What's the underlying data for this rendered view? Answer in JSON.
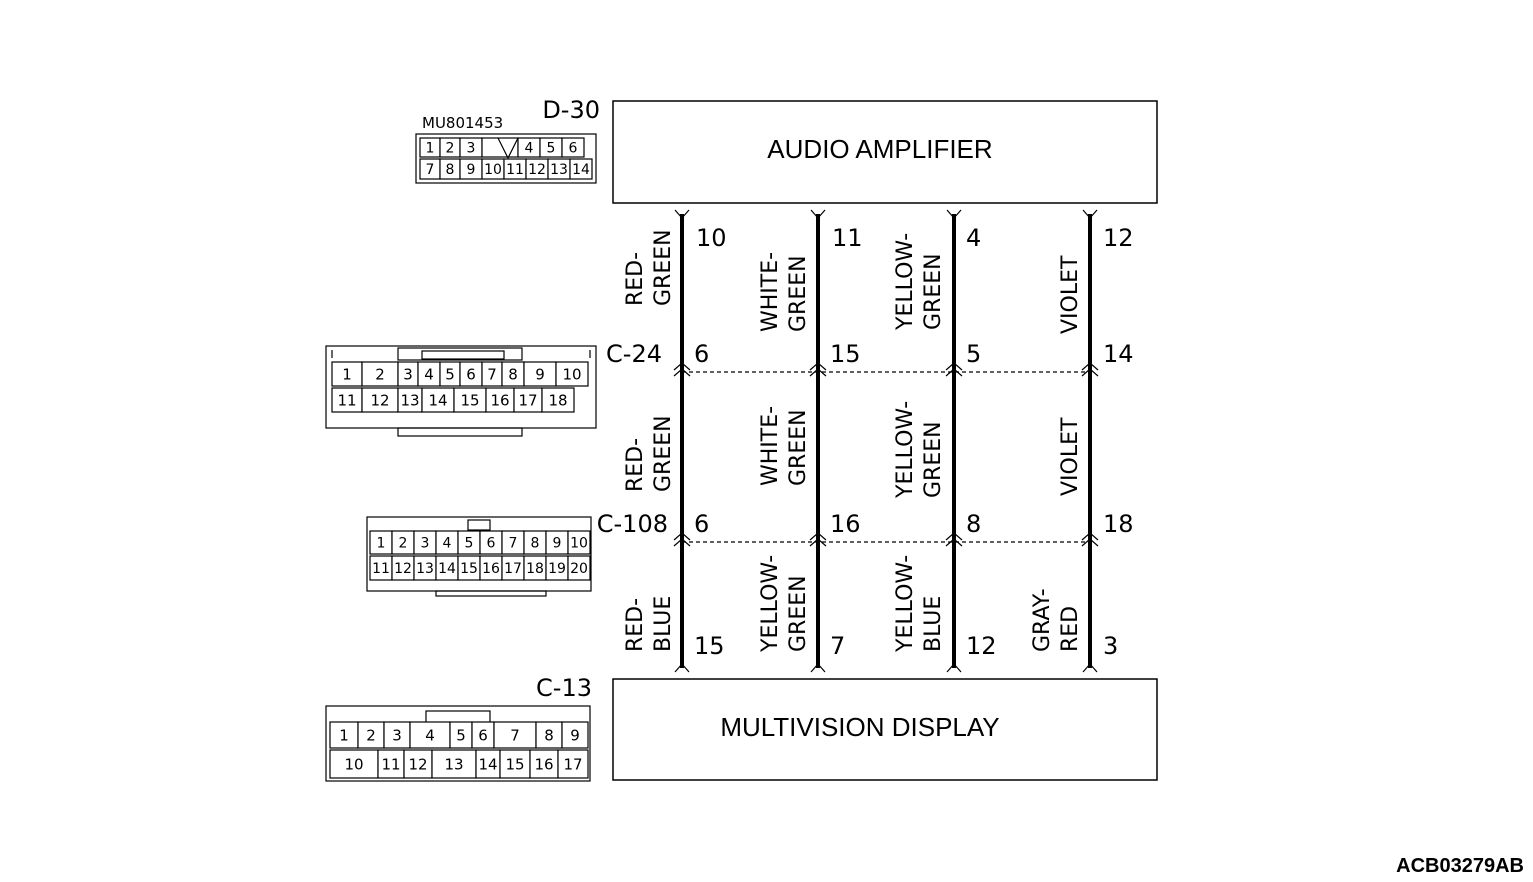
{
  "components": {
    "top": {
      "label": "AUDIO AMPLIFIER",
      "connector_id": "D-30",
      "part_number": "MU801453"
    },
    "bottom": {
      "label": "MULTIVISION DISPLAY",
      "connector_id": "C-13"
    }
  },
  "junction_connectors": [
    {
      "id": "C-24",
      "pins": [
        "6",
        "15",
        "5",
        "14"
      ]
    },
    {
      "id": "C-108",
      "pins": [
        "6",
        "16",
        "8",
        "18"
      ]
    }
  ],
  "wires": [
    {
      "top_pin": "10",
      "bottom_pin": "15",
      "segments": [
        [
          "RED-",
          "GREEN"
        ],
        [
          "RED-",
          "GREEN"
        ],
        [
          "RED-",
          "BLUE"
        ]
      ]
    },
    {
      "top_pin": "11",
      "bottom_pin": "7",
      "segments": [
        [
          "WHITE-",
          "GREEN"
        ],
        [
          "WHITE-",
          "GREEN"
        ],
        [
          "YELLOW-",
          "GREEN"
        ]
      ]
    },
    {
      "top_pin": "4",
      "bottom_pin": "12",
      "segments": [
        [
          "YELLOW-",
          "GREEN"
        ],
        [
          "YELLOW-",
          "GREEN"
        ],
        [
          "YELLOW-",
          "BLUE"
        ]
      ]
    },
    {
      "top_pin": "12",
      "bottom_pin": "3",
      "segments": [
        [
          "VIOLET"
        ],
        [
          "VIOLET"
        ],
        [
          "GRAY-",
          "RED"
        ]
      ]
    }
  ],
  "connector_faces": {
    "d30": {
      "top_row": [
        "1",
        "2",
        "3",
        "",
        "4",
        "5",
        "6"
      ],
      "bottom_row": [
        "7",
        "8",
        "9",
        "10",
        "11",
        "12",
        "13",
        "14"
      ]
    },
    "c24": {
      "top_row": [
        "1",
        "2",
        "3",
        "4",
        "5",
        "6",
        "7",
        "8",
        "9",
        "10"
      ],
      "bottom_row": [
        "11",
        "12",
        "13",
        "14",
        "15",
        "16",
        "17",
        "18"
      ]
    },
    "c108": {
      "top_row": [
        "1",
        "2",
        "3",
        "4",
        "5",
        "6",
        "7",
        "8",
        "9",
        "10"
      ],
      "bottom_row": [
        "11",
        "12",
        "13",
        "14",
        "15",
        "16",
        "17",
        "18",
        "19",
        "20"
      ]
    },
    "c13": {
      "top_row": [
        "1",
        "2",
        "3",
        "4",
        "5",
        "6",
        "7",
        "8",
        "9"
      ],
      "bottom_row": [
        "10",
        "11",
        "12",
        "13",
        "14",
        "15",
        "16",
        "17"
      ]
    }
  },
  "figure_code": "ACB03279AB"
}
